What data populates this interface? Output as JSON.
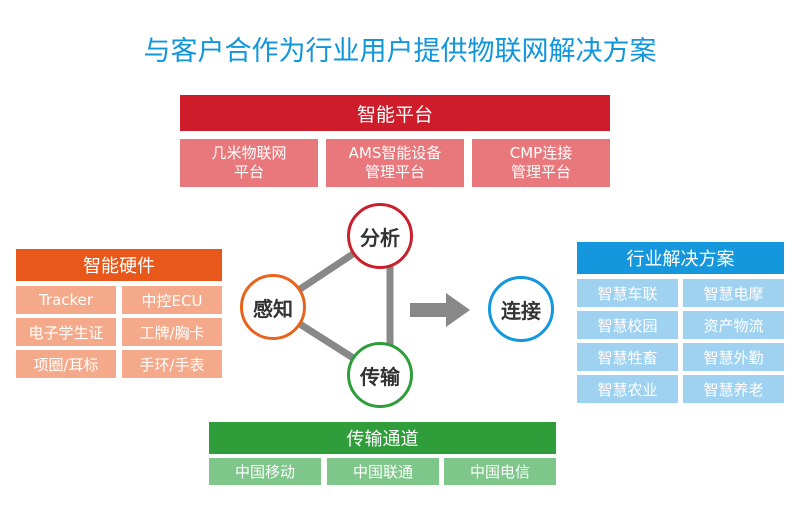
{
  "title": "与客户合作为行业用户提供物联网解决方案",
  "platform": {
    "header": "智能平台",
    "items": [
      "几米物联网\n平台",
      "AMS智能设备\n管理平台",
      "CMP连接\n管理平台"
    ]
  },
  "hardware": {
    "header": "智能硬件",
    "items": [
      "Tracker",
      "中控ECU",
      "电子学生证",
      "工牌/胸卡",
      "项圈/耳标",
      "手环/手表"
    ]
  },
  "solutions": {
    "header": "行业解决方案",
    "items": [
      "智慧车联",
      "智慧电摩",
      "智慧校园",
      "资产物流",
      "智慧牲畜",
      "智慧外勤",
      "智慧农业",
      "智慧养老"
    ]
  },
  "transport": {
    "header": "传输通道",
    "items": [
      "中国移动",
      "中国联通",
      "中国电信"
    ]
  },
  "nodes": {
    "analysis": "分析",
    "perception": "感知",
    "transmission": "传输",
    "connection": "连接"
  },
  "colors": {
    "title": "#1296db",
    "platform": "#cf1c2b",
    "platform_cell": "#e8787b",
    "hardware": "#e8581a",
    "hardware_cell": "#f4a98a",
    "solutions": "#1497dc",
    "solutions_cell": "#9fd2f1",
    "transport": "#2e9d3a",
    "transport_cell": "#7ec68a",
    "connector": "#888888"
  }
}
